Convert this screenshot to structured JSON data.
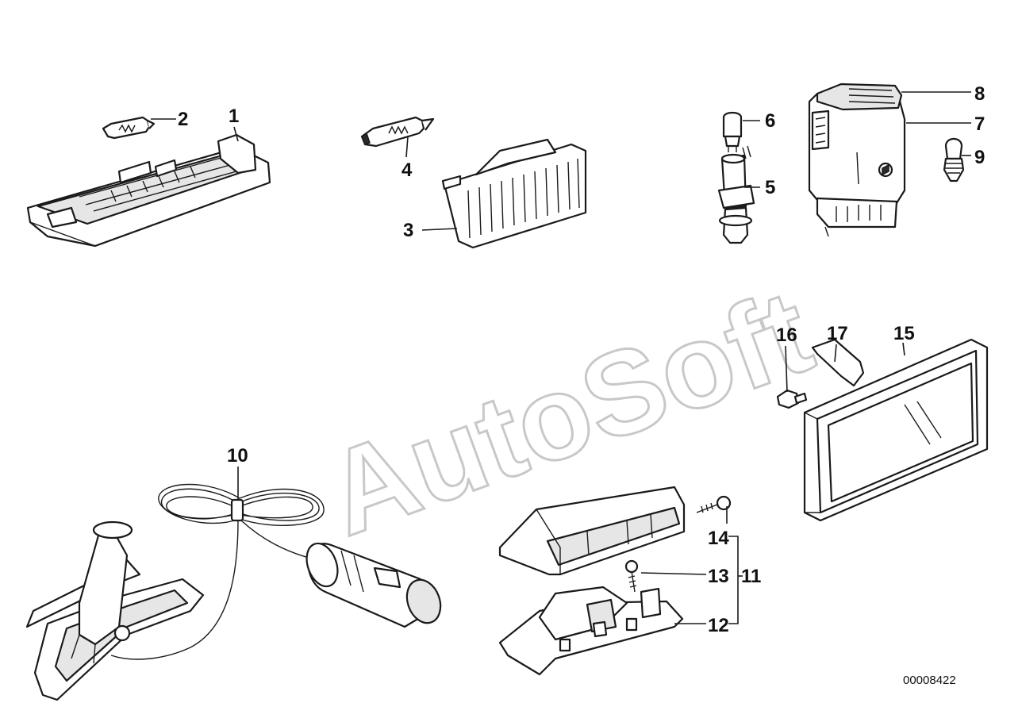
{
  "watermark": "AutoSoft",
  "catalog_number": "00008422",
  "callouts": {
    "c1": "1",
    "c2": "2",
    "c3": "3",
    "c4": "4",
    "c5": "5",
    "c6": "6",
    "c7": "7",
    "c8": "8",
    "c9": "9",
    "c10": "10",
    "c11": "11",
    "c12": "12",
    "c13": "13",
    "c14": "14",
    "c15": "15",
    "c16": "16",
    "c17": "17"
  }
}
